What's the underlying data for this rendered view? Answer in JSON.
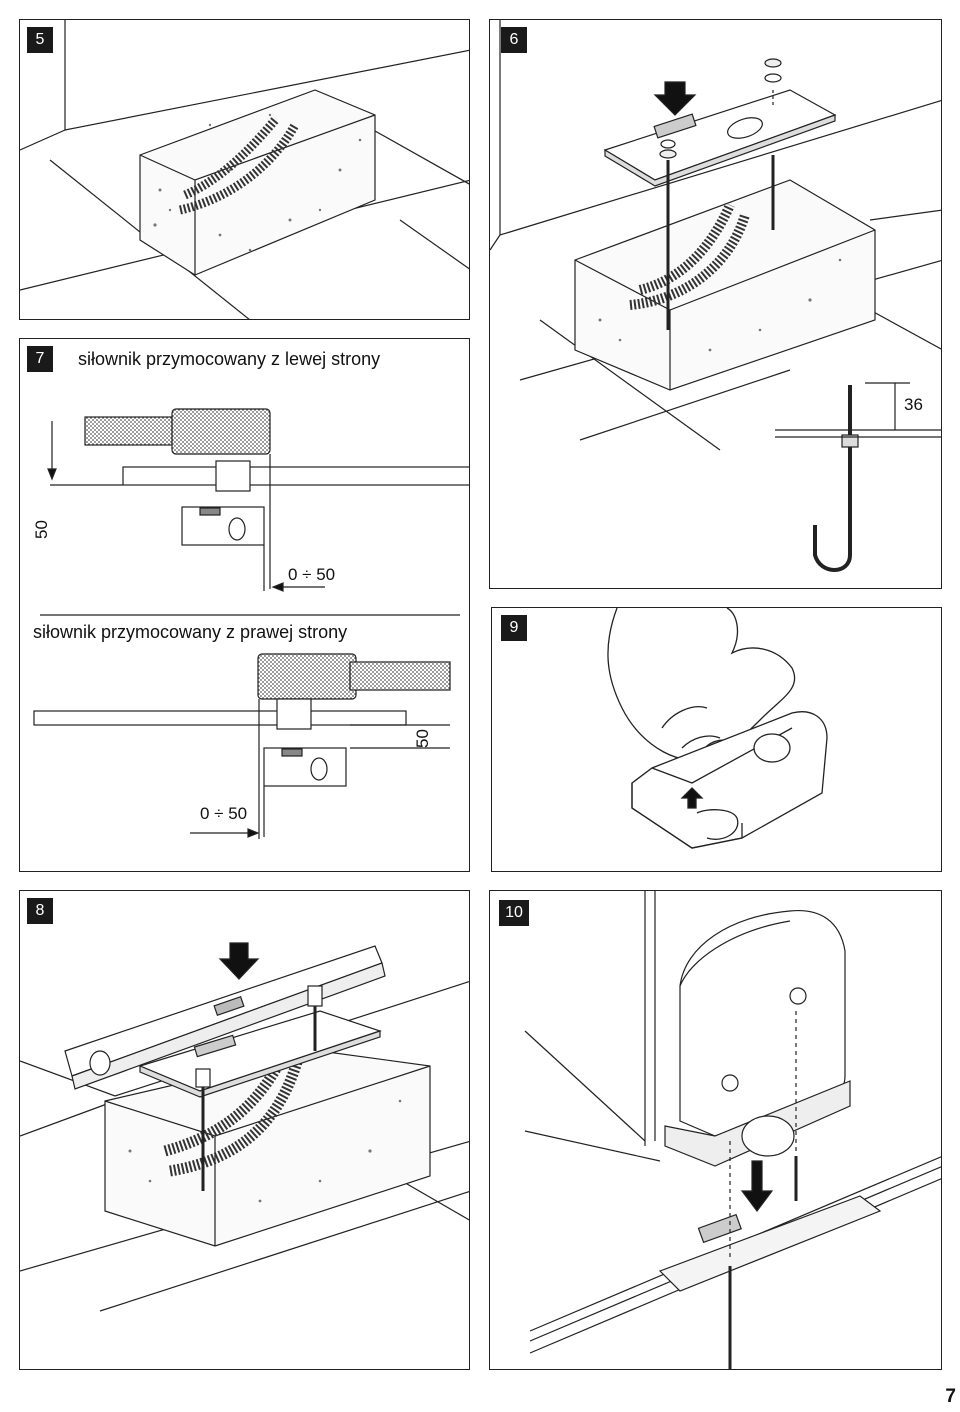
{
  "panels": {
    "p5": {
      "badge": "5"
    },
    "p6": {
      "badge": "6",
      "dimension": "36"
    },
    "p7": {
      "badge": "7",
      "left_caption": "siłownik przymocowany z lewej strony",
      "left_vertical_dim": "50",
      "left_range": "0 ÷ 50",
      "right_caption": "siłownik przymocowany z prawej strony",
      "right_vertical_dim": "50",
      "right_range": "0 ÷ 50"
    },
    "p8": {
      "badge": "8"
    },
    "p9": {
      "badge": "9"
    },
    "p10": {
      "badge": "10"
    }
  },
  "page_number": "7"
}
